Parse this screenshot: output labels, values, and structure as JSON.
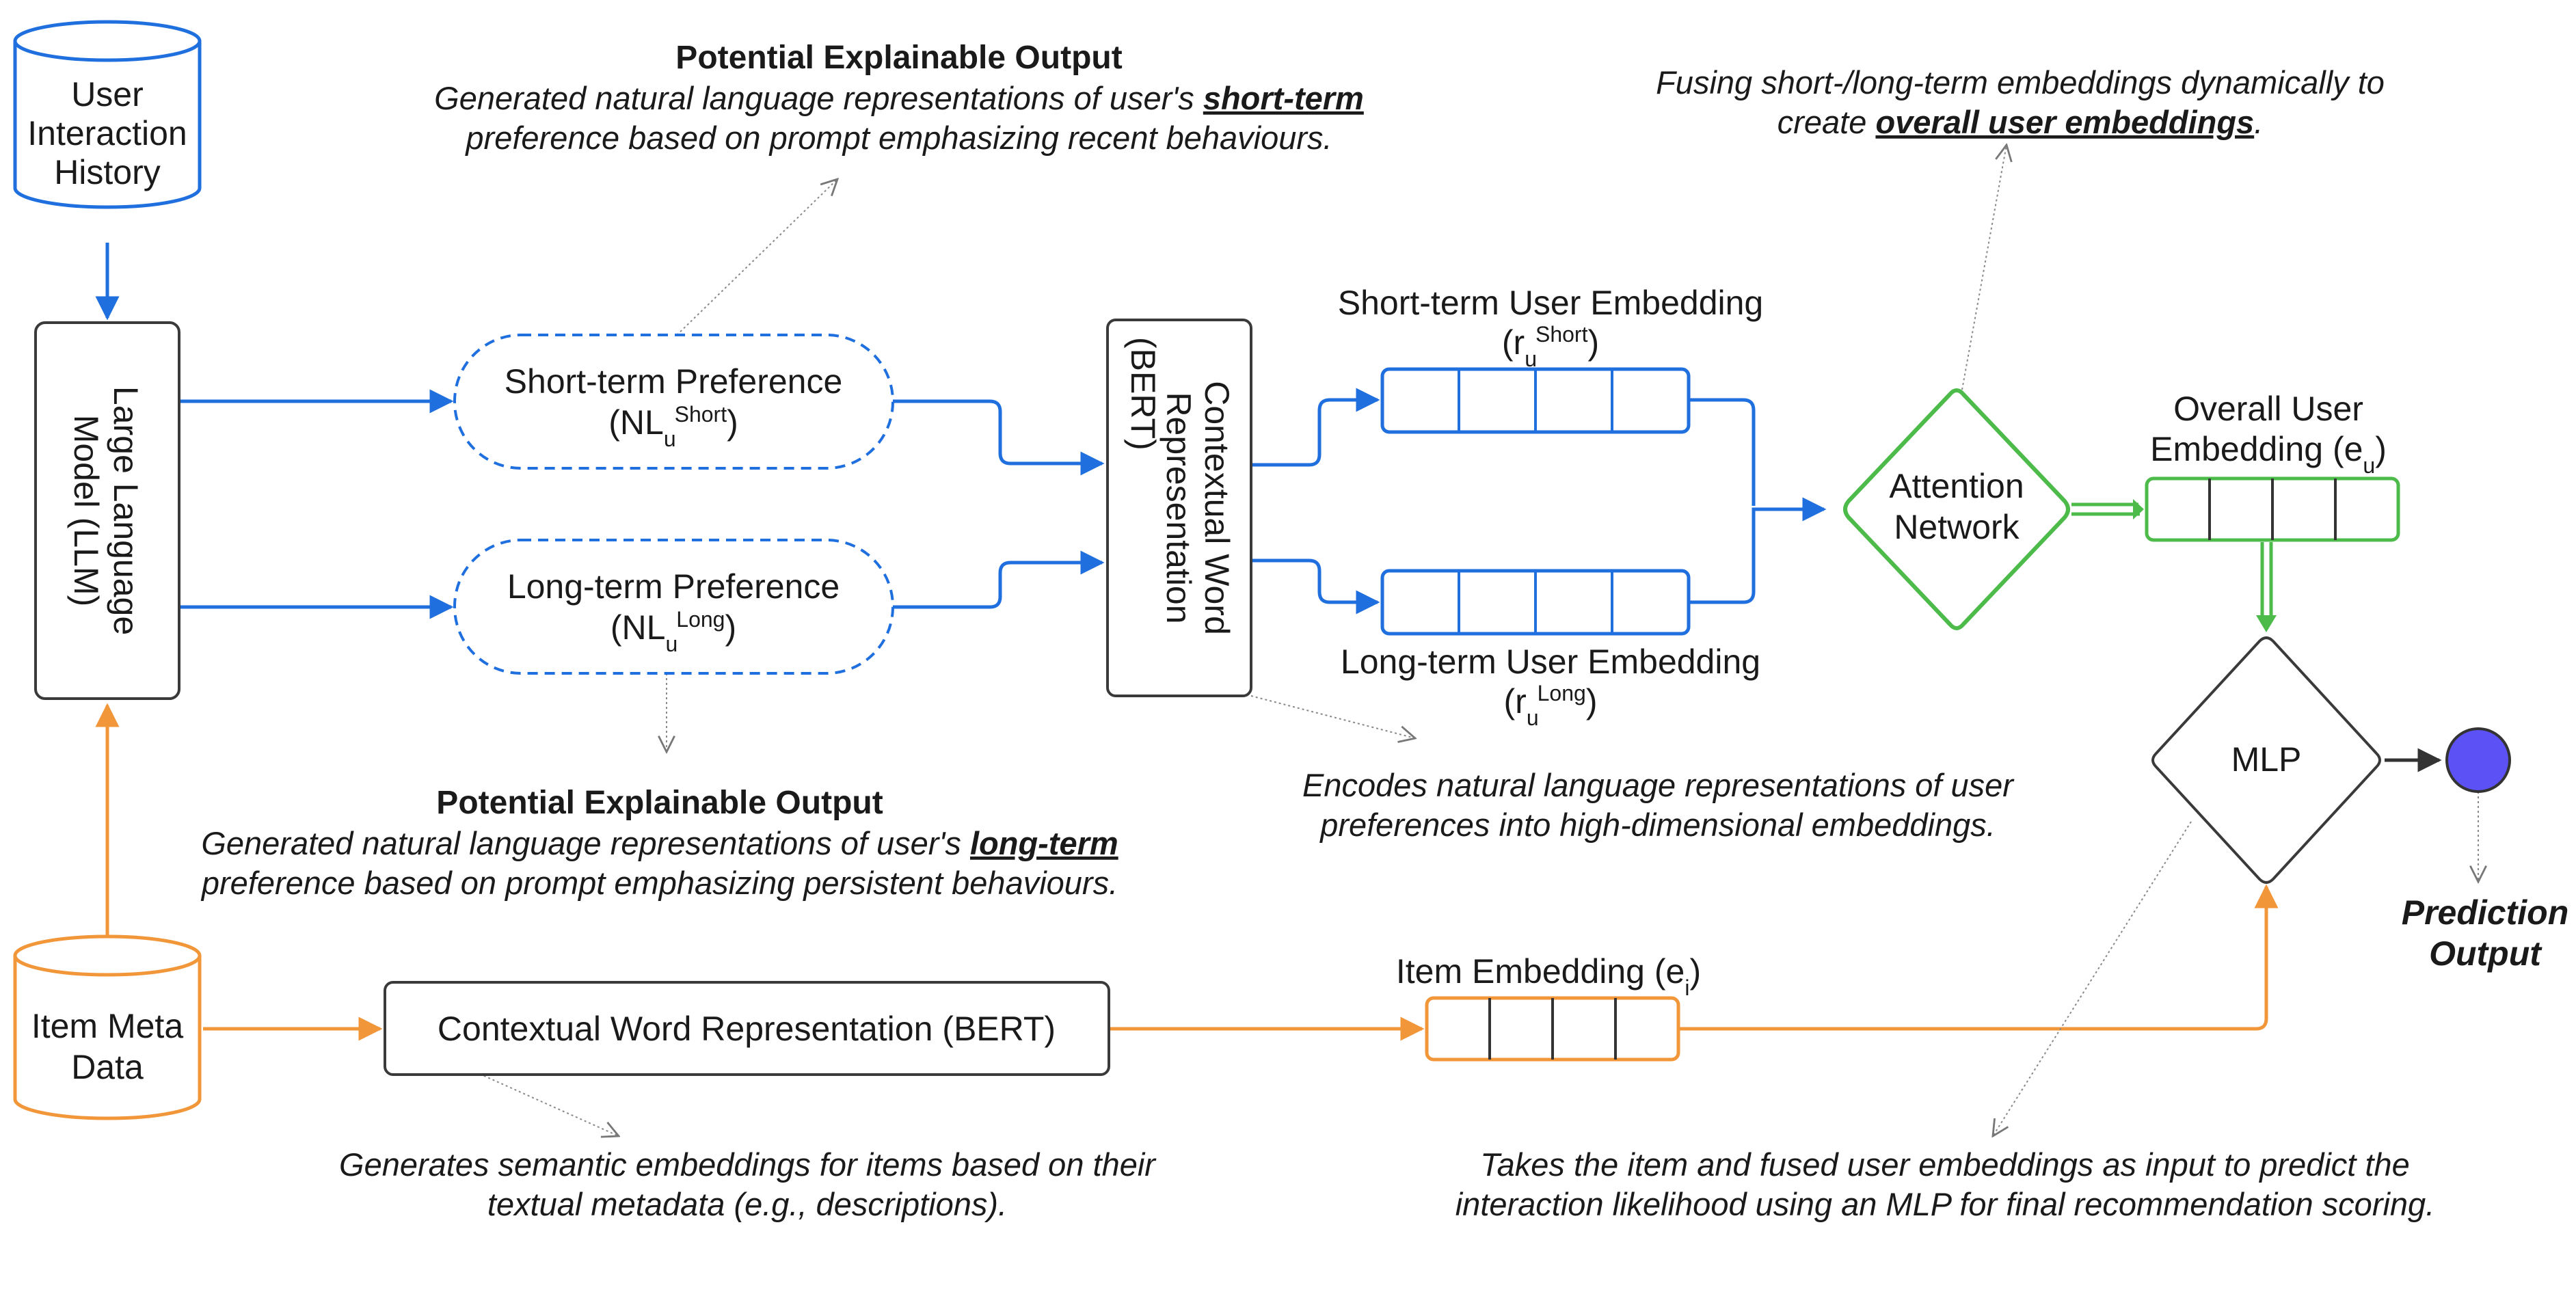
{
  "colors": {
    "user_flow": "#1f6fde",
    "item_flow": "#f2963a",
    "fusion": "#4cbb4a",
    "neutral": "#333333",
    "annotation": "#888888",
    "prediction_node": "#5b51f5"
  },
  "nodes": {
    "user_history": {
      "line1": "User",
      "line2": "Interaction",
      "line3": "History",
      "shape": "cylinder"
    },
    "item_meta": {
      "line1": "Item Meta",
      "line2": "Data",
      "shape": "cylinder"
    },
    "llm": {
      "line1": "Large Language",
      "line2": "Model (LLM)"
    },
    "short_pref": {
      "label": "Short-term Preference",
      "sym_open": "(NL",
      "sym_sub": "u",
      "sym_sup": "Short",
      "sym_close": ")"
    },
    "long_pref": {
      "label": "Long-term Preference",
      "sym_open": "(NL",
      "sym_sub": "u",
      "sym_sup": "Long",
      "sym_close": ")"
    },
    "bert_user": {
      "line1": "Contextual Word",
      "line2": "Representation",
      "line3": "(BERT)"
    },
    "bert_item": {
      "label": "Contextual Word Representation (BERT)"
    },
    "short_emb": {
      "label": "Short-term User Embedding",
      "sym_open": "(r",
      "sym_sub": "u",
      "sym_sup": "Short",
      "sym_close": ")"
    },
    "long_emb": {
      "label": "Long-term User Embedding",
      "sym_open": "(r",
      "sym_sub": "u",
      "sym_sup": "Long",
      "sym_close": ")"
    },
    "attention": {
      "line1": "Attention",
      "line2": "Network"
    },
    "overall_emb": {
      "line1": "Overall User",
      "line2_pre": "Embedding (e",
      "line2_sub": "u",
      "line2_post": ")"
    },
    "item_emb": {
      "pre": "Item Embedding (e",
      "sub": "i",
      "post": ")"
    },
    "mlp": {
      "label": "MLP"
    },
    "prediction": {
      "line1": "Prediction",
      "line2": "Output"
    }
  },
  "annotations": {
    "short_explain": {
      "title": "Potential Explainable Output",
      "line1_pre": "Generated natural language representations of user's ",
      "line1_emph": "short-term",
      "line2": "preference based on prompt emphasizing  recent behaviours."
    },
    "long_explain": {
      "title": "Potential Explainable Output",
      "line1_pre": "Generated natural language representations of user's ",
      "line1_emph": "long-term",
      "line2": "preference based on prompt emphasizing persistent behaviours."
    },
    "fusion_note": {
      "line1": "Fusing short-/long-term embeddings dynamically to",
      "line2_pre": "create ",
      "line2_emph": "overall user embeddings",
      "line2_post": "."
    },
    "bert_user_note": {
      "line1": "Encodes natural language representations of user",
      "line2": "preferences into high-dimensional embeddings."
    },
    "bert_item_note": {
      "line1": "Generates semantic embeddings for items based on their",
      "line2": "textual metadata (e.g., descriptions)."
    },
    "mlp_note": {
      "line1": "Takes the item and fused user embeddings as input to predict the",
      "line2": "interaction likelihood using an MLP for final recommendation scoring."
    }
  }
}
